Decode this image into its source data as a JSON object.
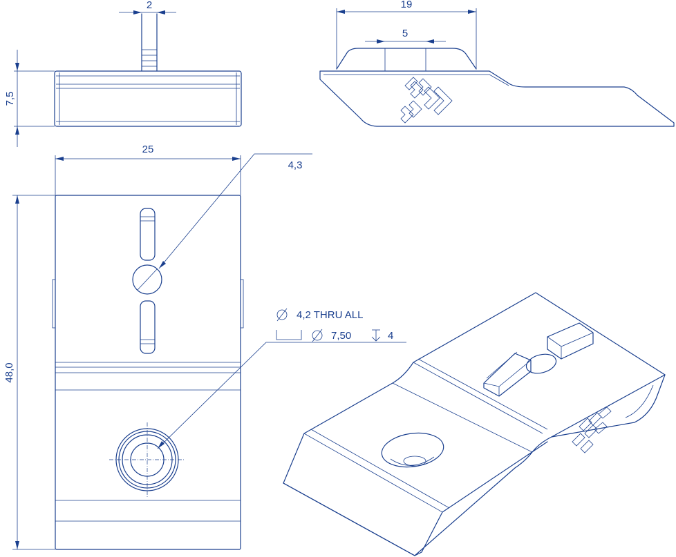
{
  "colors": {
    "line": "#1a3f8e",
    "background": "#ffffff"
  },
  "dimensions": {
    "slot_width": "2",
    "top_length": "19",
    "slot_spacing": "5",
    "height": "7,5",
    "width": "25",
    "hole_small": "4,3",
    "length": "48,0"
  },
  "callout": {
    "thru_diameter": "4,2 THRU ALL",
    "counterbore_diameter": "7,50",
    "counterbore_depth": "4"
  }
}
